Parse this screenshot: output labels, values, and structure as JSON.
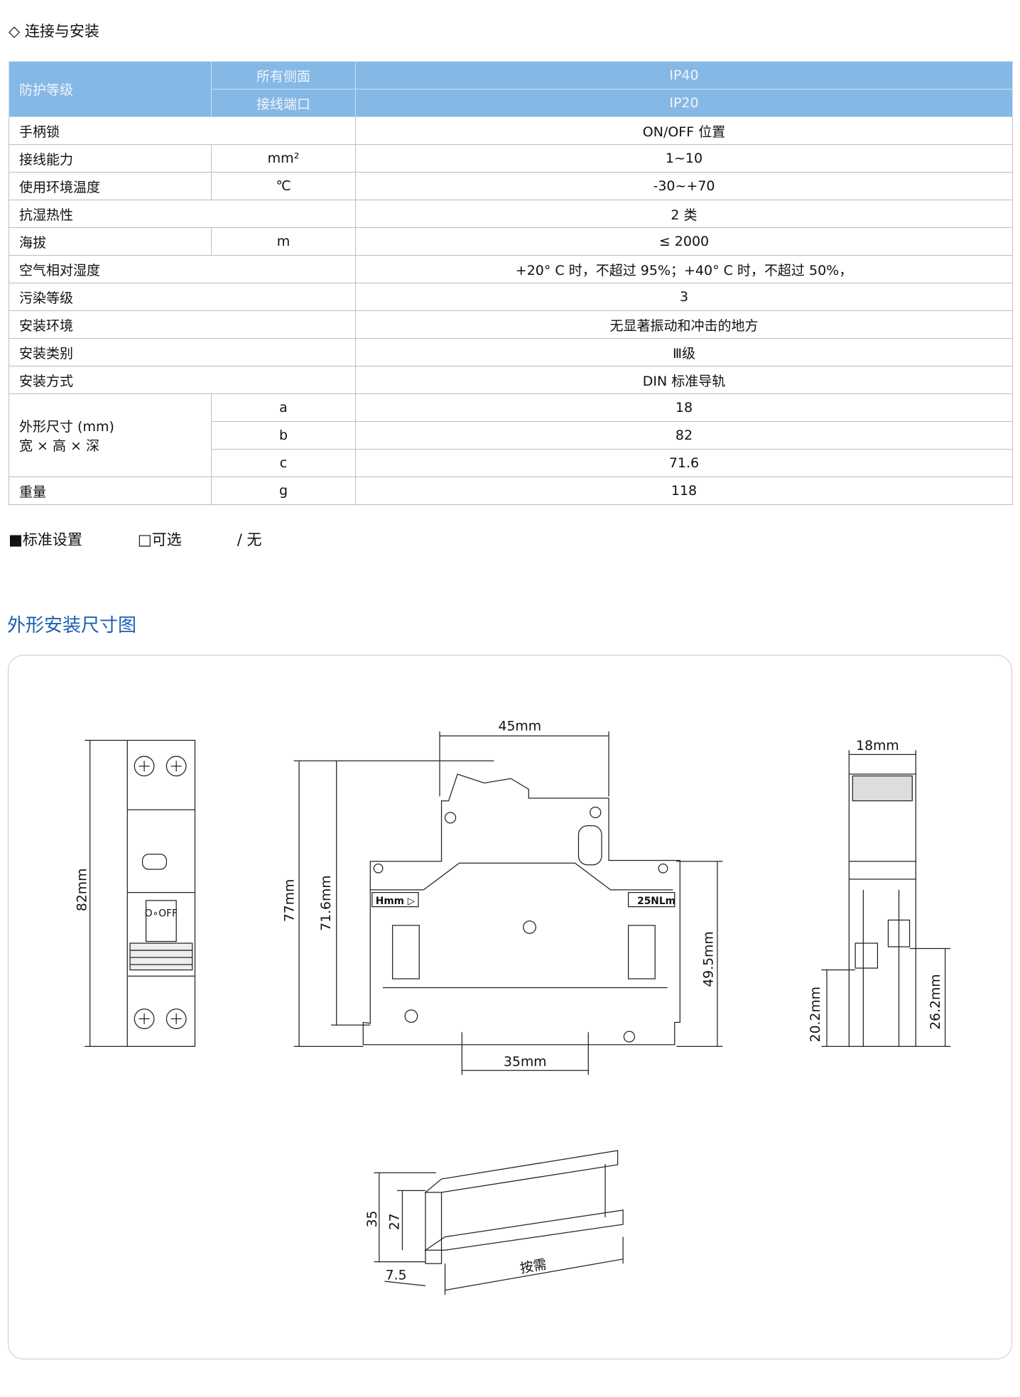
{
  "section_title": "◇ 连接与安装",
  "table": {
    "protection": {
      "label": "防护等级",
      "rows": [
        {
          "sub": "所有侧面",
          "value": "IP40"
        },
        {
          "sub": "接线端口",
          "value": "IP20"
        }
      ]
    },
    "rows": [
      {
        "label": "手柄锁",
        "unit": "",
        "value": "ON/OFF 位置"
      },
      {
        "label": "接线能力",
        "unit": "mm²",
        "value": "1~10"
      },
      {
        "label": "使用环境温度",
        "unit": "℃",
        "value": "-30~+70"
      },
      {
        "label": "抗湿热性",
        "unit": "",
        "value": "2 类"
      },
      {
        "label": "海拔",
        "unit": "m",
        "value": "≤ 2000"
      },
      {
        "label": "空气相对湿度",
        "unit": "",
        "value": "+20° C 时，不超过 95%；+40° C 时，不超过 50%，"
      },
      {
        "label": "污染等级",
        "unit": "",
        "value": "3"
      },
      {
        "label": "安装环境",
        "unit": "",
        "value": "无显著振动和冲击的地方"
      },
      {
        "label": "安装类别",
        "unit": "",
        "value": "Ⅲ级"
      },
      {
        "label": "安装方式",
        "unit": "",
        "value": "DIN 标准导轨"
      }
    ],
    "dimensions": {
      "label1": "外形尺寸 (mm)",
      "label2": "宽 × 高 × 深",
      "rows": [
        {
          "sub": "a",
          "value": "18"
        },
        {
          "sub": "b",
          "value": "82"
        },
        {
          "sub": "c",
          "value": "71.6"
        }
      ]
    },
    "weight": {
      "label": "重量",
      "unit": "g",
      "value": "118"
    }
  },
  "legend": {
    "standard": "■标准设置",
    "optional": "□可选",
    "none": "/ 无"
  },
  "diagram": {
    "title": "外形安装尺寸图",
    "front": {
      "height": "82mm",
      "switch_label": "O∘OFF"
    },
    "side": {
      "width": "45mm",
      "total_height": "77mm",
      "height": "71.6mm",
      "lower": "49.5mm",
      "rail": "35mm",
      "left_tag": "Hmm ▷",
      "right_tag": "25NLm"
    },
    "end": {
      "width": "18mm",
      "h1": "20.2mm",
      "h2": "26.2mm"
    },
    "rail": {
      "h35": "35",
      "h27": "27",
      "d75": "7.5",
      "length": "按需"
    }
  }
}
